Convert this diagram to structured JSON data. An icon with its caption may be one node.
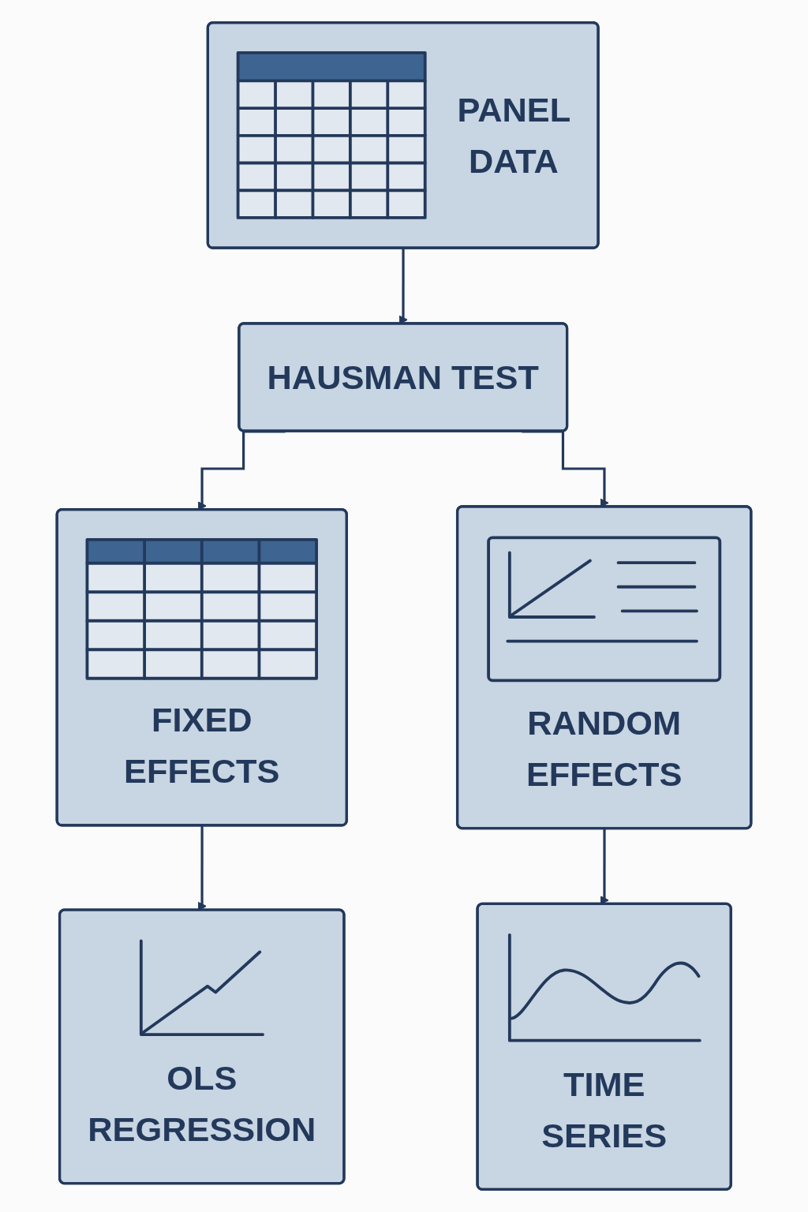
{
  "diagram": {
    "nodes": [
      {
        "text": [
          "PANEL DATA"
        ]
      },
      {
        "text": [
          "HAUSMAN TEST"
        ]
      },
      {
        "text": [
          "FIXED EFFECTS"
        ]
      },
      {
        "text": [
          "RANDOM EFFECTS"
        ]
      },
      {
        "text": [
          "OLS REGRESSION"
        ]
      },
      {
        "text": [
          "TIME SERIES"
        ]
      }
    ],
    "edges": [
      {
        "from": 0,
        "to": 1,
        "arrow": "to"
      },
      {
        "from": 1,
        "to": 2,
        "arrow": "to"
      },
      {
        "from": 1,
        "to": 3,
        "arrow": "to"
      },
      {
        "from": 2,
        "to": 4,
        "arrow": "to"
      },
      {
        "from": 3,
        "to": 5,
        "arrow": "to"
      }
    ]
  }
}
